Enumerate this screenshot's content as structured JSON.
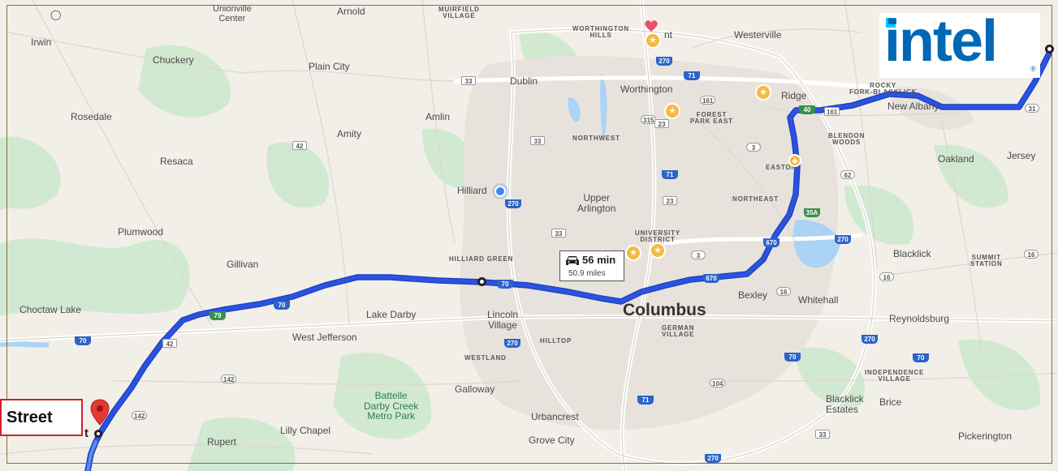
{
  "brand": {
    "logo_text": "intel",
    "reg_mark": "®",
    "logo_color": "#0068b5",
    "dot_color": "#00c7fd"
  },
  "route": {
    "duration": "56 min",
    "distance": "50.9 miles",
    "line_color": "#2c52e0",
    "icon": "car-icon"
  },
  "marker": {
    "label": "Street",
    "fragment": "t",
    "pin_color": "#e53935",
    "icon": "map-pin-icon"
  },
  "places": {
    "irwin": "Irwin",
    "unionville": "Unionville\nCenter",
    "arnold": "Arnold",
    "muirfield": "MUIRFIELD\nVILLAGE",
    "worthington_hills": "WORTHINGTON\nHILLS",
    "nt": "nt",
    "westerville": "Westerville",
    "chuckery": "Chuckery",
    "plain_city": "Plain City",
    "dublin": "Dublin",
    "worthington": "Worthington",
    "ridge": "Ridge",
    "rocky_fork": "ROCKY\nFORK-BLACKLICK",
    "new_albany": "New Albany",
    "rosedale": "Rosedale",
    "amlin": "Amlin",
    "forest_park_east": "FOREST\nPARK EAST",
    "amity": "Amity",
    "northwest": "NORTHWEST",
    "blendon_woods": "BLENDON\nWOODS",
    "oakland": "Oakland",
    "jersey": "Jersey",
    "resaca": "Resaca",
    "easton": "EASTON",
    "hilliard": "Hilliard",
    "upper_arlington": "Upper\nArlington",
    "northeast": "NORTHEAST",
    "plumwood": "Plumwood",
    "university_district": "UNIVERSITY\nDISTRICT",
    "gillivan": "Gillivan",
    "hilliard_green": "HILLIARD GREEN",
    "blacklick": "Blacklick",
    "summit_station": "SUMMIT\nSTATION",
    "choctaw_lake": "Choctaw Lake",
    "lake_darby": "Lake Darby",
    "lincoln_village": "Lincoln\nVillage",
    "columbus": "Columbus",
    "bexley": "Bexley",
    "whitehall": "Whitehall",
    "reynoldsburg": "Reynoldsburg",
    "west_jefferson": "West Jefferson",
    "german_village": "GERMAN\nVILLAGE",
    "hilltop": "HILLTOP",
    "westland": "WESTLAND",
    "independence_village": "INDEPENDENCE\nVILLAGE",
    "galloway": "Galloway",
    "battelle": "Battelle\nDarby Creek\nMetro Park",
    "blacklick_estates": "Blacklick\nEstates",
    "brice": "Brice",
    "lilly_chapel": "Lilly Chapel",
    "rupert": "Rupert",
    "urbancrest": "Urbancrest",
    "grove_city": "Grove City",
    "pickerington": "Pickerington"
  },
  "shields": {
    "i270_n": "270",
    "us33_a": "33",
    "i71_n": "71",
    "sr161_a": "161",
    "sr315": "315",
    "us23_a": "23",
    "sr40": "40",
    "sr161_b": "161",
    "sr42_a": "42",
    "us33_b": "33",
    "sr3": "3",
    "i71_m": "71",
    "sr62": "62",
    "i270_w": "270",
    "us23_b": "23",
    "sr35a": "35A",
    "us33_c": "33",
    "i670_a": "670",
    "i270_e": "270",
    "sr16": "16",
    "i70_a": "70",
    "sr3_b": "3",
    "i670_b": "670",
    "sr16_b": "16",
    "sr16_c": "16",
    "sr79": "79",
    "i70_b": "70",
    "us42_b": "42",
    "i70_c": "70",
    "i270_sw": "270",
    "i70_d": "70",
    "i270_se": "270",
    "i70_e": "70",
    "sr142_a": "142",
    "sr104": "104",
    "sr142_b": "142",
    "i71_s": "71",
    "us33_d": "33",
    "i270_s": "270",
    "sr31": "31"
  },
  "colors": {
    "land": "#f2efe9",
    "green": "#cfe8d0",
    "urban": "#e9e6e0",
    "water": "#aad3f5",
    "highway": "#ffffff",
    "poi": "#f5b942"
  }
}
